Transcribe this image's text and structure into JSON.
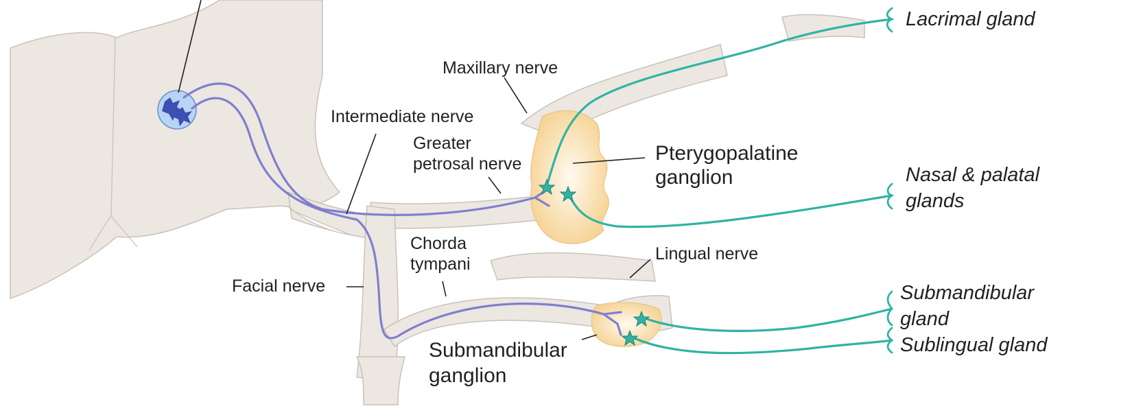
{
  "labels": {
    "maxillary_nerve": "Maxillary nerve",
    "intermediate_nerve": "Intermediate nerve",
    "greater_petrosal_1": "Greater",
    "greater_petrosal_2": "petrosal nerve",
    "pterygopalatine_1": "Pterygopalatine",
    "pterygopalatine_2": "ganglion",
    "chorda_1": "Chorda",
    "chorda_2": "tympani",
    "lingual_nerve": "Lingual nerve",
    "facial_nerve": "Facial nerve",
    "submandibular_ganglion_1": "Submandibular",
    "submandibular_ganglion_2": "ganglion"
  },
  "targets": {
    "lacrimal": "Lacrimal gland",
    "nasal_1": "Nasal & palatal",
    "nasal_2": "glands",
    "submandibular_1": "Submandibular",
    "submandibular_2": "gland",
    "sublingual": "Sublingual gland"
  },
  "colors": {
    "tissue": "#ece7e1",
    "tissue_edge": "#c9c2ba",
    "ganglion": "#f8dca6",
    "preganglionic": "#7f7fcf",
    "postganglionic": "#2fb3a3",
    "nucleus": "#b8d4f4"
  }
}
